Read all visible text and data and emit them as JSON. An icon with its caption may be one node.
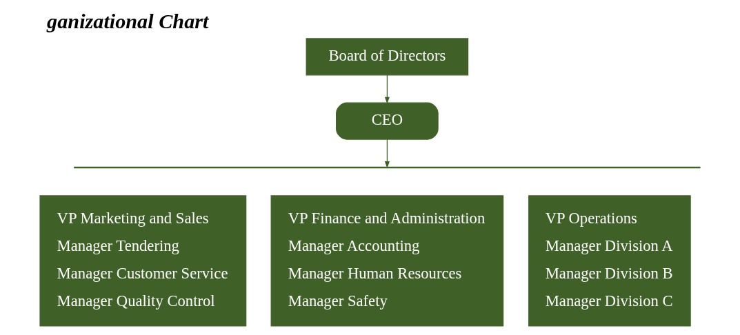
{
  "diagram": {
    "title": "ganizational Chart",
    "nodes": [
      {
        "text": [
          "Board of Directors"
        ]
      },
      {
        "text": [
          "CEO"
        ]
      },
      {
        "text": [
          "VP Marketing and Sales",
          "Manager Tendering",
          "Manager Customer Service",
          "Manager Quality Control"
        ]
      },
      {
        "text": [
          "VP Finance and Administration",
          "Manager Accounting",
          "Manager Human Resources",
          "Manager Safety"
        ]
      },
      {
        "text": [
          "VP Operations",
          "Manager Division A",
          "Manager Division B",
          "Manager Division C"
        ]
      }
    ],
    "edges": [
      {
        "from": 0,
        "to": 1,
        "arrow": "to"
      },
      {
        "from": 1,
        "to": null,
        "arrow": "to"
      }
    ]
  }
}
